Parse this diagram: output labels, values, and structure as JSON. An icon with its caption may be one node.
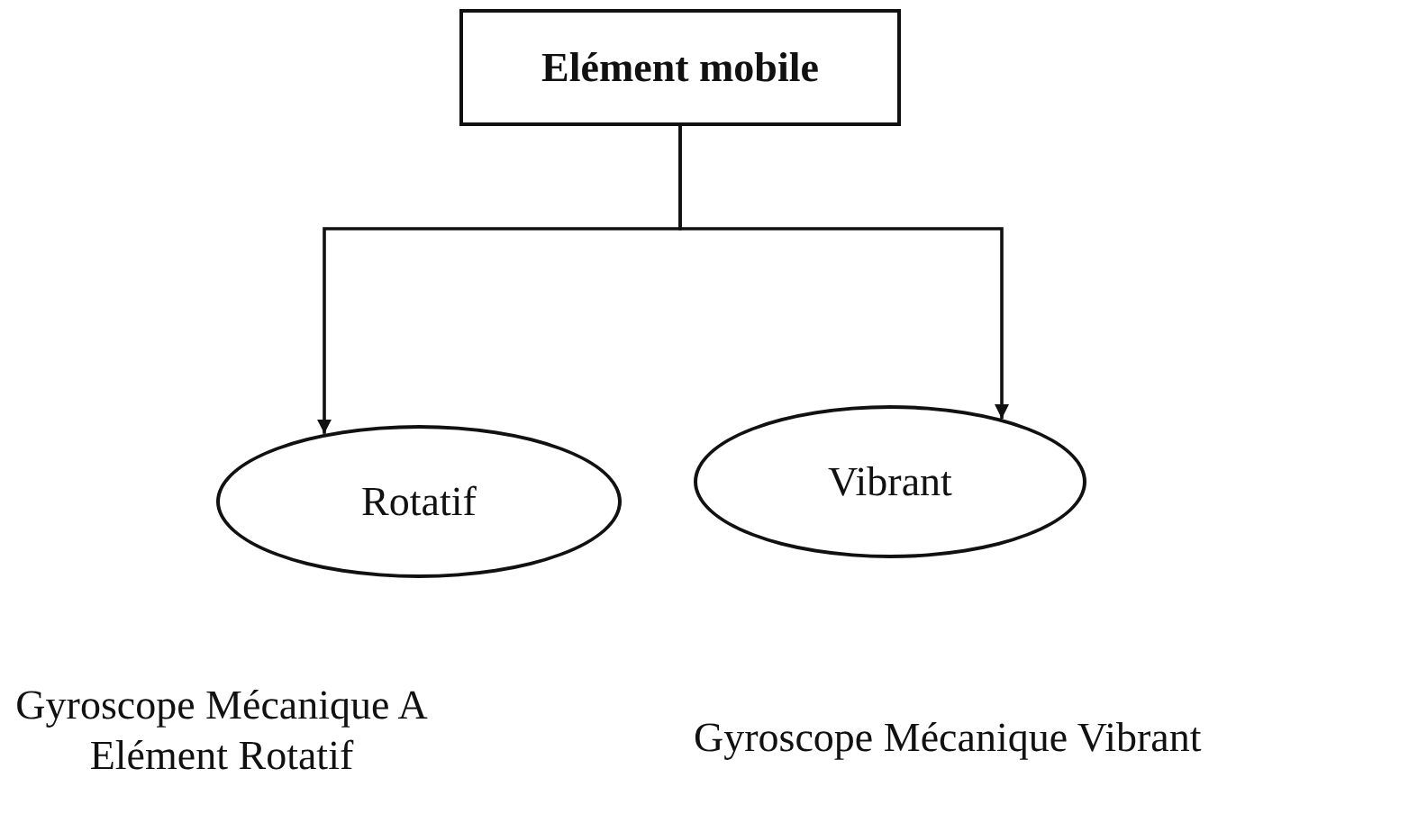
{
  "diagram": {
    "nodes": [
      {
        "text": [
          "Elément mobile"
        ]
      },
      {
        "text": [
          "Rotatif"
        ]
      },
      {
        "text": [
          "Vibrant"
        ]
      }
    ],
    "edges": [
      {
        "from": 0,
        "to": 1,
        "arrow": "to"
      },
      {
        "from": 0,
        "to": 2,
        "arrow": "to"
      }
    ],
    "labels": [
      "Gyroscope Mécanique A Elément Rotatif",
      "Gyroscope Mécanique Vibrant"
    ]
  }
}
